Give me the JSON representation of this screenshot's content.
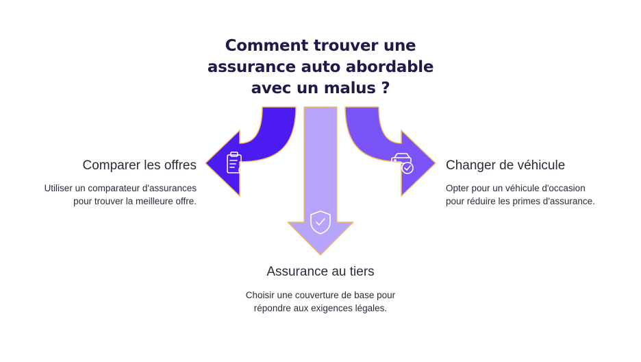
{
  "title": {
    "line1": "Comment trouver une",
    "line2": "assurance auto abordable",
    "line3": "avec un malus ?"
  },
  "options": {
    "left": {
      "heading": "Comparer les offres",
      "desc_line1": "Utiliser un comparateur d'assurances",
      "desc_line2": "pour trouver la meilleure offre.",
      "icon": "clipboard-search-icon",
      "color": "#4c1cf2"
    },
    "center": {
      "heading": "Assurance au tiers",
      "desc_line1": "Choisir une couverture de base pour",
      "desc_line2": "répondre aux exigences légales.",
      "icon": "shield-check-icon",
      "color": "#b5a4fa"
    },
    "right": {
      "heading": "Changer de véhicule",
      "desc_line1": "Opter pour un véhicule d'occasion",
      "desc_line2": "pour réduire les primes d'assurance.",
      "icon": "car-check-icon",
      "color": "#7b54f9"
    }
  },
  "colors": {
    "outline": "#f5c15a",
    "title": "#1e1b4b"
  }
}
